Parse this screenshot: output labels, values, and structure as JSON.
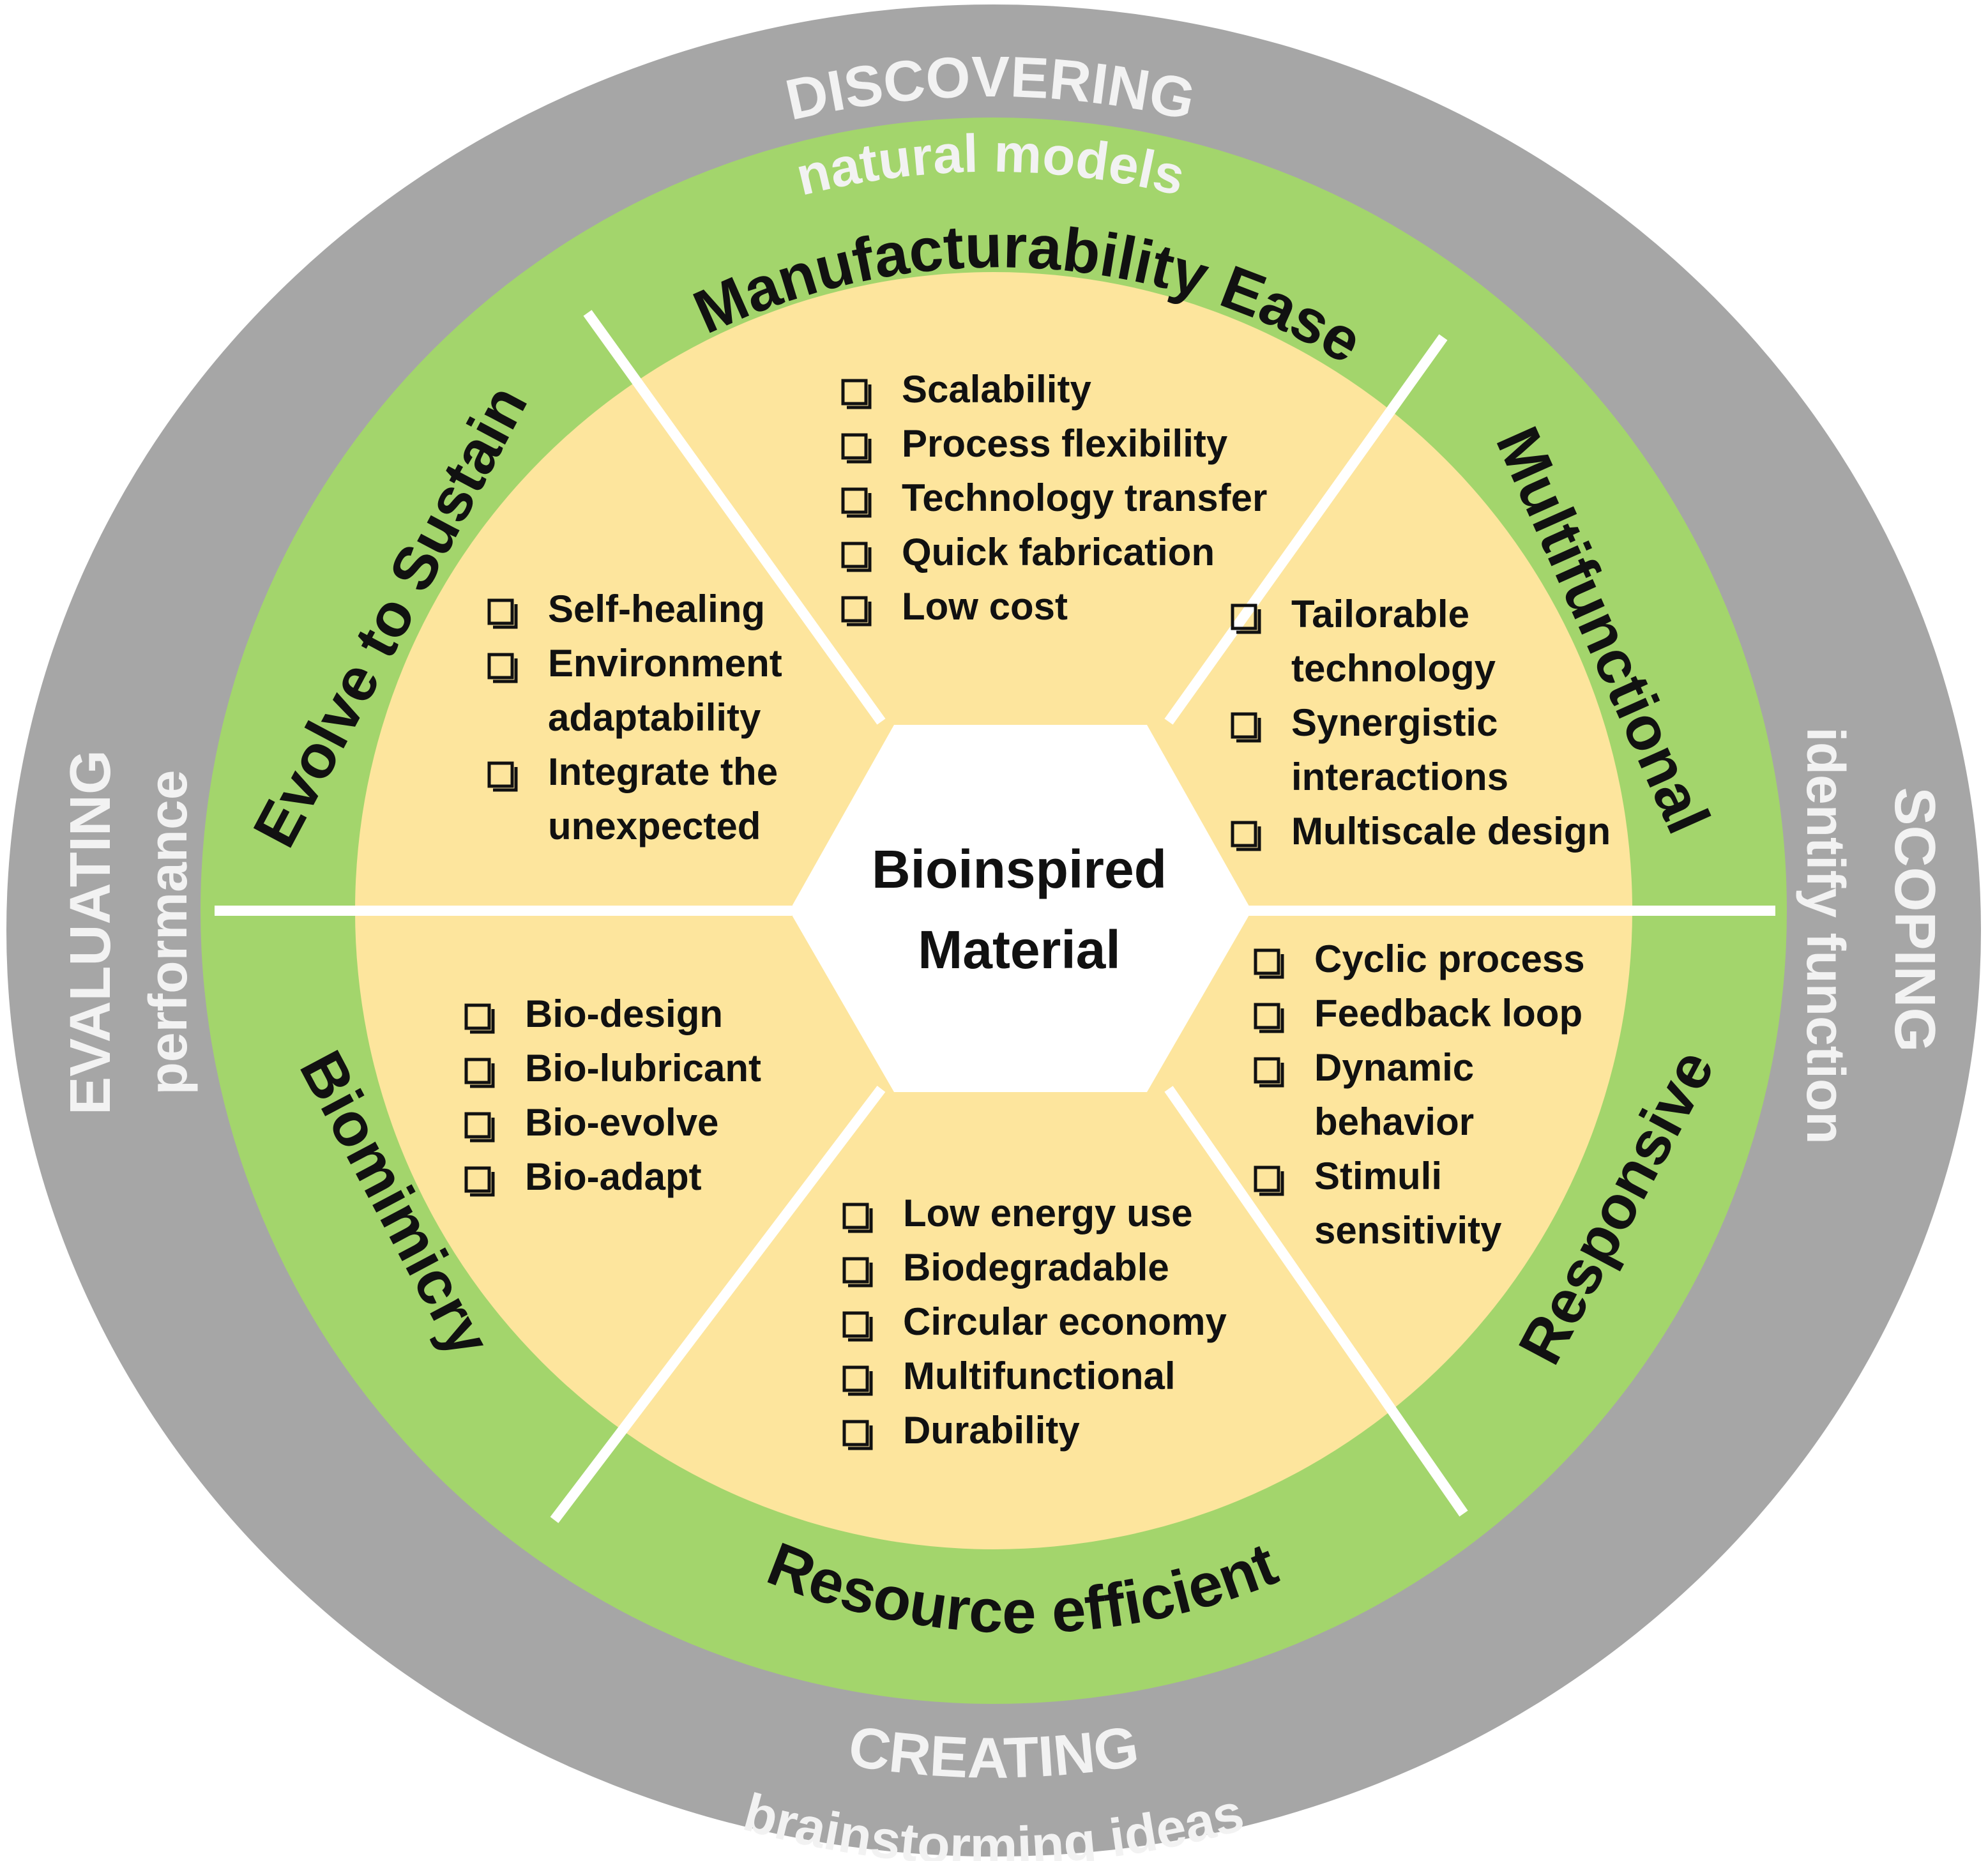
{
  "colors": {
    "outer_ring": "#a6a6a6",
    "green_ring": "#a3d56c",
    "inner_fill": "#fde59d",
    "divider": "#ffffff",
    "center": "#ffffff",
    "outer_text": "#f2f2f2",
    "text": "#111111"
  },
  "icons": {
    "checkbox": "checkbox-icon"
  },
  "center": {
    "line1": "Bioinspired",
    "line2": "Material"
  },
  "outer": {
    "discovering": {
      "title": "DISCOVERING",
      "subtitle": "natural models"
    },
    "scoping": {
      "title": "SCOPING",
      "subtitle": "identify function"
    },
    "creating": {
      "title": "CREATING",
      "subtitle": "brainstorming ideas"
    },
    "evaluating": {
      "title": "EVALUATING",
      "subtitle": "performance"
    }
  },
  "segments": [
    {
      "title": "Manufacturability Ease",
      "items": [
        [
          "Scalability"
        ],
        [
          "Process flexibility"
        ],
        [
          "Technology transfer"
        ],
        [
          "Quick fabrication"
        ],
        [
          "Low cost"
        ]
      ]
    },
    {
      "title": "Multifunctional",
      "items": [
        [
          "Tailorable",
          "technology"
        ],
        [
          "Synergistic",
          "interactions"
        ],
        [
          "Multiscale design"
        ]
      ]
    },
    {
      "title": "Responsive",
      "items": [
        [
          "Cyclic process"
        ],
        [
          "Feedback loop"
        ],
        [
          "Dynamic",
          "behavior"
        ],
        [
          "Stimuli",
          "sensitivity"
        ]
      ]
    },
    {
      "title": "Resource efficient",
      "items": [
        [
          "Low energy use"
        ],
        [
          "Biodegradable"
        ],
        [
          "Circular economy"
        ],
        [
          "Multifunctional"
        ],
        [
          "Durability"
        ]
      ]
    },
    {
      "title": "Biomimicry",
      "items": [
        [
          "Bio-design"
        ],
        [
          "Bio-lubricant"
        ],
        [
          "Bio-evolve"
        ],
        [
          "Bio-adapt"
        ]
      ]
    },
    {
      "title": "Evolve to Sustain",
      "items": [
        [
          "Self-healing"
        ],
        [
          "Environment",
          "adaptability"
        ],
        [
          "Integrate the",
          "unexpected"
        ]
      ]
    }
  ]
}
